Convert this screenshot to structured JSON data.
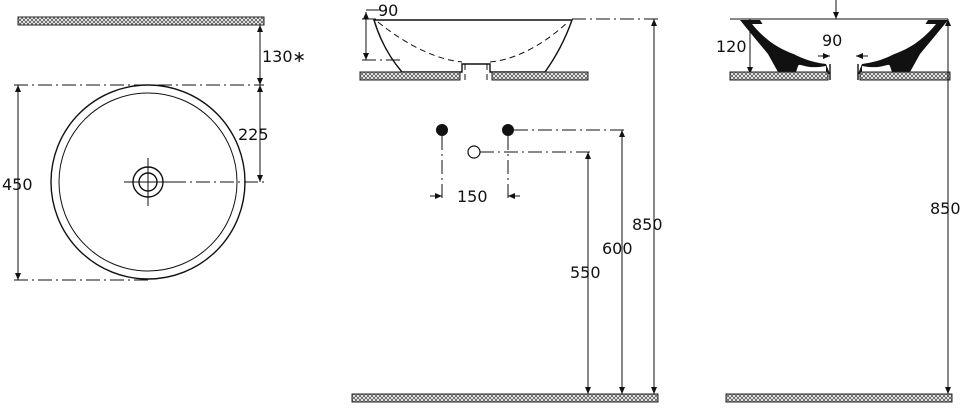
{
  "colors": {
    "line": "#111111",
    "hatch": "#555555",
    "background": "#ffffff"
  },
  "plan_view": {
    "dim_height_above": "130∗",
    "dim_radius": "225",
    "dim_diameter": "450"
  },
  "side_view": {
    "dim_rim": "90",
    "dim_tap_spacing": "150",
    "dim_drain_height": "550",
    "dim_tap_height": "600",
    "dim_rim_height": "850"
  },
  "section_view": {
    "dim_depth": "120",
    "dim_waste": "90",
    "dim_rim_height": "850"
  }
}
